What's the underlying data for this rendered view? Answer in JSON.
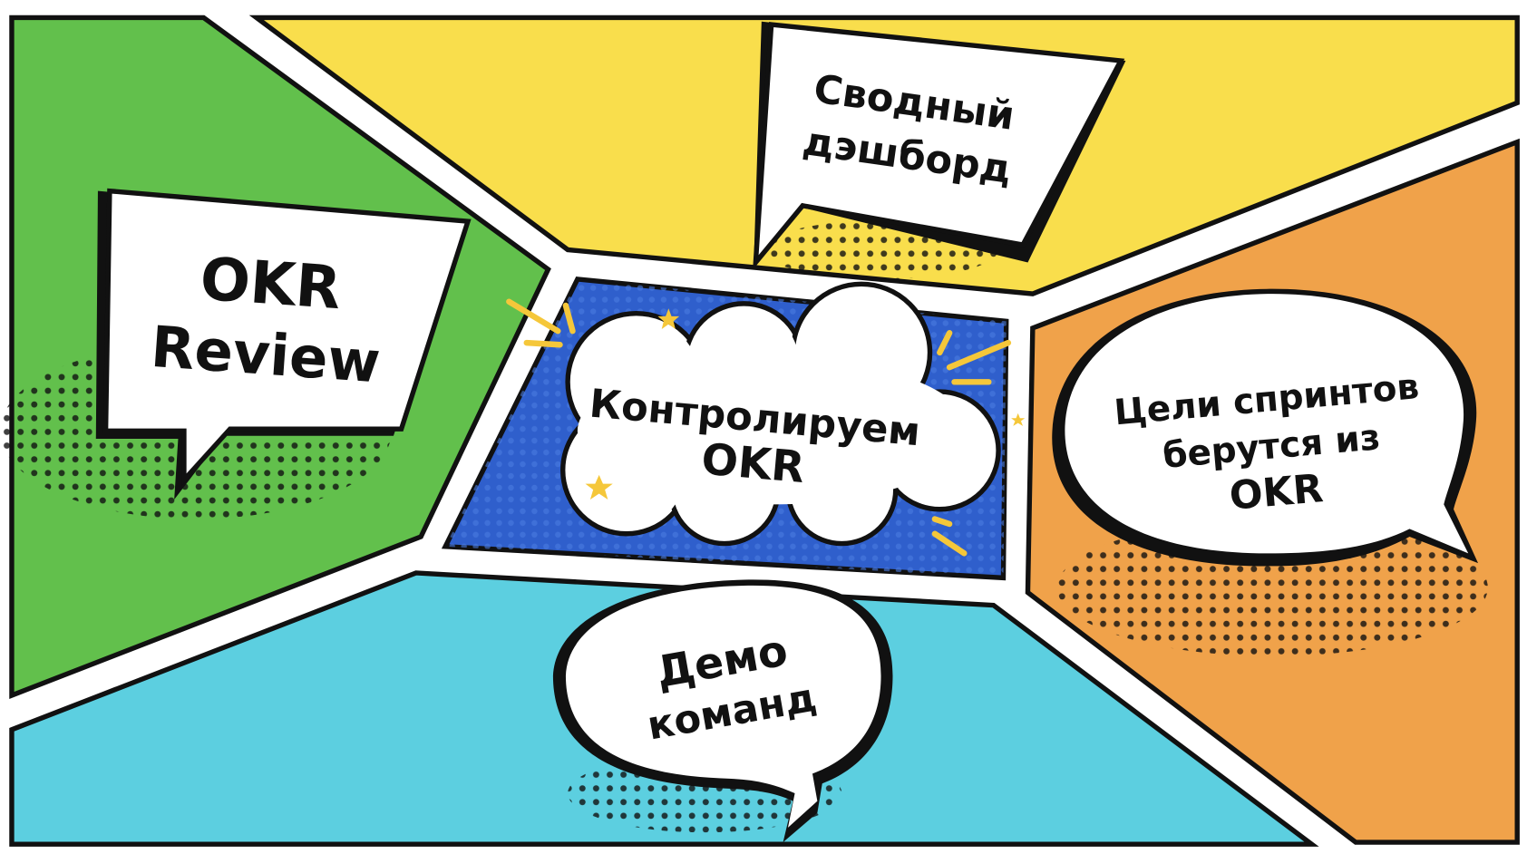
{
  "slide": {
    "center": {
      "line1": "Контролируем",
      "line2": "OKR"
    },
    "left": {
      "line1": "OKR",
      "line2": "Review"
    },
    "top": {
      "line1": "Сводный",
      "line2": "дэшборд"
    },
    "right": {
      "line1": "Цели спринтов",
      "line2": "берутся из",
      "line3": "OKR"
    },
    "bottom": {
      "line1": "Демо",
      "line2": "команд"
    }
  },
  "colors": {
    "green": "#62c04c",
    "yellow": "#f9de4c",
    "orange": "#f0a24a",
    "cyan": "#5ccfe0",
    "blue": "#2f5fcc",
    "accent_star": "#f5c73a"
  }
}
